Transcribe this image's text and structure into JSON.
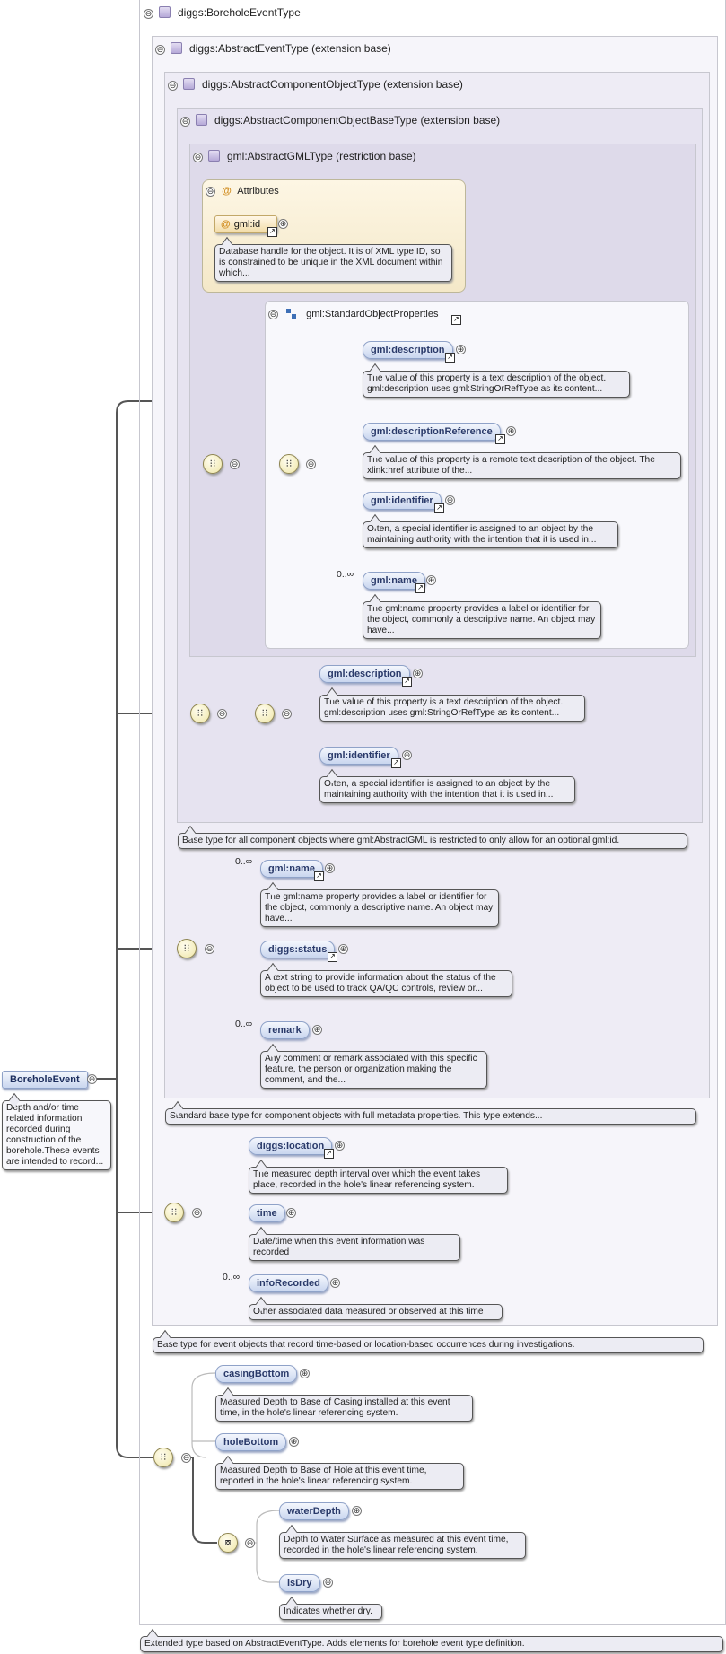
{
  "root": {
    "name": "BoreholeEvent",
    "desc": "Depth and/or time related information recorded during construction of the borehole.These events are intended to record..."
  },
  "types": {
    "borehole_event_type": "diggs:BoreholeEventType",
    "abstract_event_type": "diggs:AbstractEventType (extension base)",
    "abstract_component_object_type": "diggs:AbstractComponentObjectType (extension base)",
    "abstract_component_object_base_type": "diggs:AbstractComponentObjectBaseType (extension base)",
    "abstract_gml_type": "gml:AbstractGMLType (restriction base)"
  },
  "attributes": {
    "title": "Attributes",
    "id_name": "gml:id",
    "id_desc": "Database handle for the object. It is of XML type ID, so is constrained to be unique in the XML document within which..."
  },
  "standard_object_properties": "gml:StandardObjectProperties",
  "gml_group": [
    {
      "name": "gml:description",
      "desc": "The value of this property is a text description of the object. gml:description uses gml:StringOrRefType as its content..."
    },
    {
      "name": "gml:descriptionReference",
      "desc": "The value of this property is a remote text description of the object. The xlink:href attribute of the..."
    },
    {
      "name": "gml:identifier",
      "desc": "Often, a special identifier is assigned to an object by the maintaining authority with the intention that it is used in..."
    },
    {
      "name": "gml:name",
      "occ": "0..∞",
      "desc": "The gml:name property provides a label or identifier for the object, commonly a descriptive name. An object may have..."
    }
  ],
  "base_restriction": [
    {
      "name": "gml:description",
      "desc": "The value of this property is a text description of the object. gml:description uses gml:StringOrRefType as its content..."
    },
    {
      "name": "gml:identifier",
      "desc": "Often, a special identifier is assigned to an object by the maintaining authority with the intention that it is used in..."
    }
  ],
  "base_type_note": "Base type for all component objects where gml:AbstractGML is restricted to only allow for an optional gml:id.",
  "component_elements": [
    {
      "name": "gml:name",
      "occ": "0..∞",
      "desc": "The gml:name property provides a label or identifier for the object, commonly a descriptive name. An object may have..."
    },
    {
      "name": "diggs:status",
      "desc": "A text string to provide information about the status of the object to be used to track QA/QC controls, review or..."
    },
    {
      "name": "remark",
      "occ": "0..∞",
      "desc": "Any comment or remark associated with this specific feature, the person or organization making the comment, and the..."
    }
  ],
  "component_note": "Standard base type for component objects with full metadata properties. This type extends...",
  "event_elements": [
    {
      "name": "diggs:location",
      "desc": "The measured depth interval over which the event takes place, recorded in the hole's linear referencing system."
    },
    {
      "name": "time",
      "desc": "Date/time when this event information was recorded"
    },
    {
      "name": "infoRecorded",
      "occ": "0..∞",
      "desc": "Other associated data measured or observed at this time"
    }
  ],
  "event_note": "Base type for event objects that record time-based or location-based occurrences during investigations.",
  "borehole_elements": [
    {
      "name": "casingBottom",
      "desc": "Measured Depth to Base of Casing installed at this event time, in the hole's linear referencing system."
    },
    {
      "name": "holeBottom",
      "desc": "Measured Depth to Base of Hole at this event time, reported in the hole's linear referencing system."
    }
  ],
  "choice_elements": [
    {
      "name": "waterDepth",
      "desc": "Depth to Water Surface as measured at this event time, recorded in the hole's linear referencing system."
    },
    {
      "name": "isDry",
      "desc": "Indicates whether dry."
    }
  ],
  "extended_note": "Extended type based on AbstractEventType. Adds elements for borehole event type definition.",
  "icons": {
    "collapse": "⊖",
    "expand": "⊕",
    "reference": "↗",
    "attribute": "@",
    "sequence": "sequence-icon",
    "choice": "choice-icon"
  }
}
